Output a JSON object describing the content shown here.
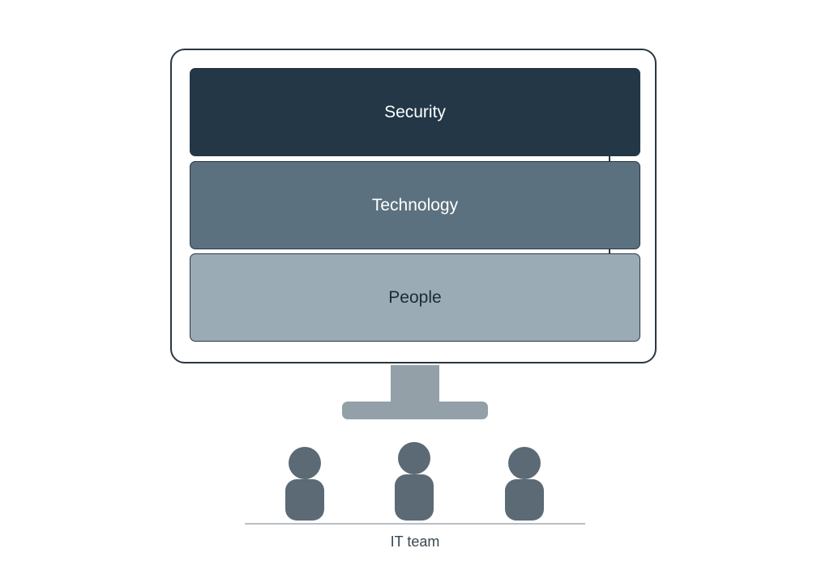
{
  "layers": {
    "top": "Security",
    "middle": "Technology",
    "bottom": "People"
  },
  "team": {
    "label": "IT team",
    "member_count": 3
  },
  "colors": {
    "security_fill": "#233746",
    "technology_fill": "#5b717f",
    "people_fill": "#9aabb6",
    "stand": "#93a0a8",
    "person": "#5b6a75",
    "outline": "#2b3742"
  },
  "icons": [
    "monitor-icon",
    "person-icon"
  ]
}
